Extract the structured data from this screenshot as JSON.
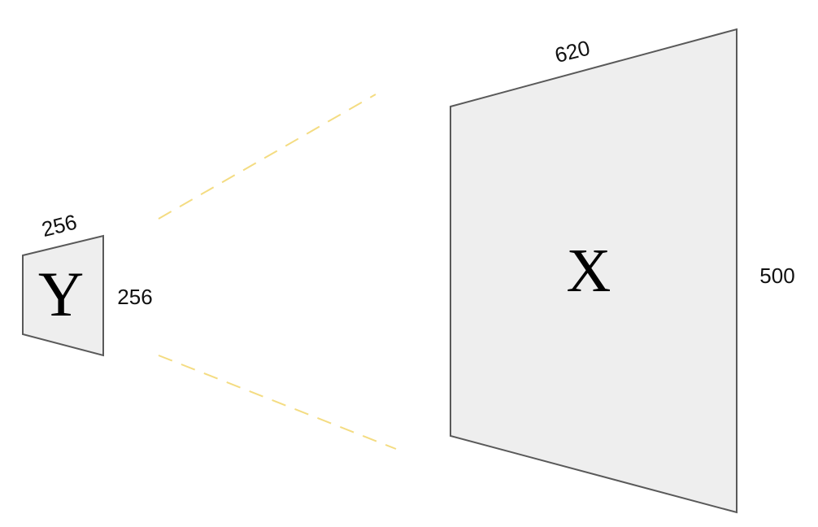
{
  "small_panel": {
    "letter": "Y",
    "width_label": "256",
    "height_label": "256"
  },
  "large_panel": {
    "letter": "X",
    "width_label": "620",
    "height_label": "500"
  },
  "colors": {
    "panel_fill": "#eeeeee",
    "panel_stroke": "#595959",
    "guide_line": "#f4dc82",
    "text": "#111111"
  }
}
